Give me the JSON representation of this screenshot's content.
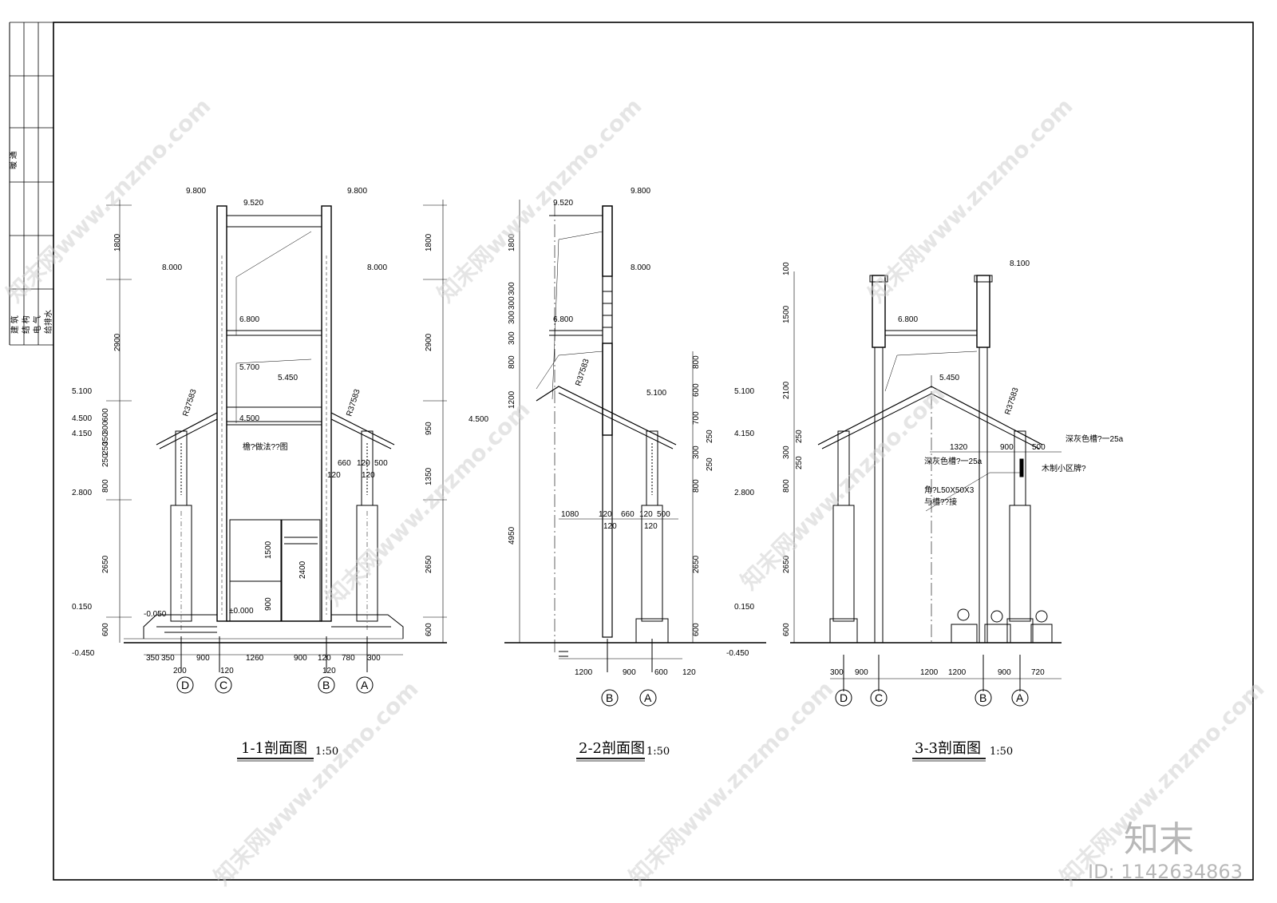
{
  "title_block": {
    "disciplines_a": [
      "建 筑",
      "结 构",
      "电 气",
      "给排水"
    ],
    "disciplines_b": "暖 通"
  },
  "sections": [
    {
      "title": "1-1剖面图",
      "scale": "1:50",
      "axes": [
        "D",
        "C",
        "B",
        "A"
      ],
      "levels": [
        "9.800",
        "9.520",
        "9.800",
        "8.000",
        "8.000",
        "6.800",
        "5.700",
        "5.450",
        "5.100",
        "4.500",
        "4.500",
        "4.150",
        "2.800",
        "0.150",
        "-0.050",
        "±0.000",
        "-0.450"
      ],
      "left_dims": [
        "1800",
        "2900",
        "600",
        "350",
        "300",
        "250",
        "250",
        "800",
        "2650",
        "600"
      ],
      "right_dims": [
        "1800",
        "2900",
        "950",
        "1350",
        "2650",
        "600"
      ],
      "bottom_dims": [
        "350",
        "350",
        "900",
        "1260",
        "900",
        "120",
        "780",
        "300"
      ],
      "sub_dims": [
        "200",
        "120",
        "120"
      ],
      "inner_dims": [
        "660",
        "120",
        "500",
        "120",
        "120",
        "1500",
        "2400",
        "900"
      ],
      "notes": [
        "R37583",
        "R37583",
        "檐?做法??图"
      ]
    },
    {
      "title": "2-2剖面图",
      "scale": "1:50",
      "axes": [
        "B",
        "A"
      ],
      "levels": [
        "9.520",
        "9.800",
        "8.000",
        "6.800",
        "5.100",
        "4.500",
        "4.150",
        "5.100",
        "2.800",
        "0.150",
        "-0.450"
      ],
      "left_dims": [
        "1800",
        "300",
        "300",
        "300",
        "300",
        "800",
        "1200",
        "4950"
      ],
      "right_dims": [
        "800",
        "600",
        "700",
        "250",
        "300",
        "250",
        "800",
        "2650",
        "600"
      ],
      "bottom_dims": [
        "1200",
        "900",
        "600",
        "120"
      ],
      "inner_dims": [
        "1080",
        "120",
        "660",
        "120",
        "500",
        "120",
        "120"
      ],
      "notes": [
        "R37583"
      ]
    },
    {
      "title": "3-3剖面图",
      "scale": "1:50",
      "axes": [
        "D",
        "C",
        "B",
        "A"
      ],
      "levels": [
        "8.100",
        "6.800",
        "5.450"
      ],
      "left_dims": [
        "100",
        "1500",
        "2100",
        "300",
        "250",
        "250",
        "800",
        "2650",
        "600"
      ],
      "bottom_dims": [
        "300",
        "900",
        "1200",
        "1200",
        "900",
        "720"
      ],
      "inner_dims": [
        "1320",
        "900",
        "500"
      ],
      "notes": [
        "R37583",
        "深灰色槽?一25a",
        "深灰色槽?一25a",
        "木制小区牌?",
        "角?L50X50X3",
        "与槽??接"
      ]
    }
  ],
  "watermarks": {
    "text": "知末网www.znzmo.com",
    "logo": "知末",
    "id": "ID: 1142634863"
  }
}
